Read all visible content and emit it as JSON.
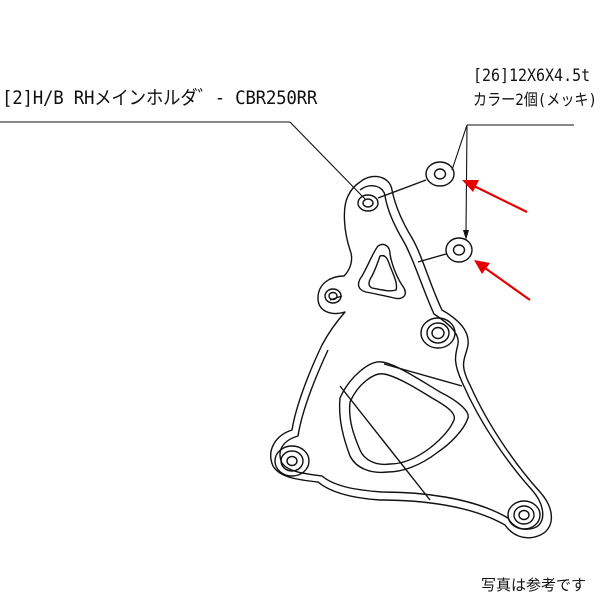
{
  "labels": {
    "part_name": "[2]H/B RHメインホルダ゛- CBR250RR",
    "collar_spec": "[26]12X6X4.5t",
    "collar_desc": "カラー2個(メッキ)",
    "photo_note": "写真は参考です"
  },
  "colors": {
    "line": "#111111",
    "arrow": "#e60000",
    "background": "#ffffff"
  }
}
